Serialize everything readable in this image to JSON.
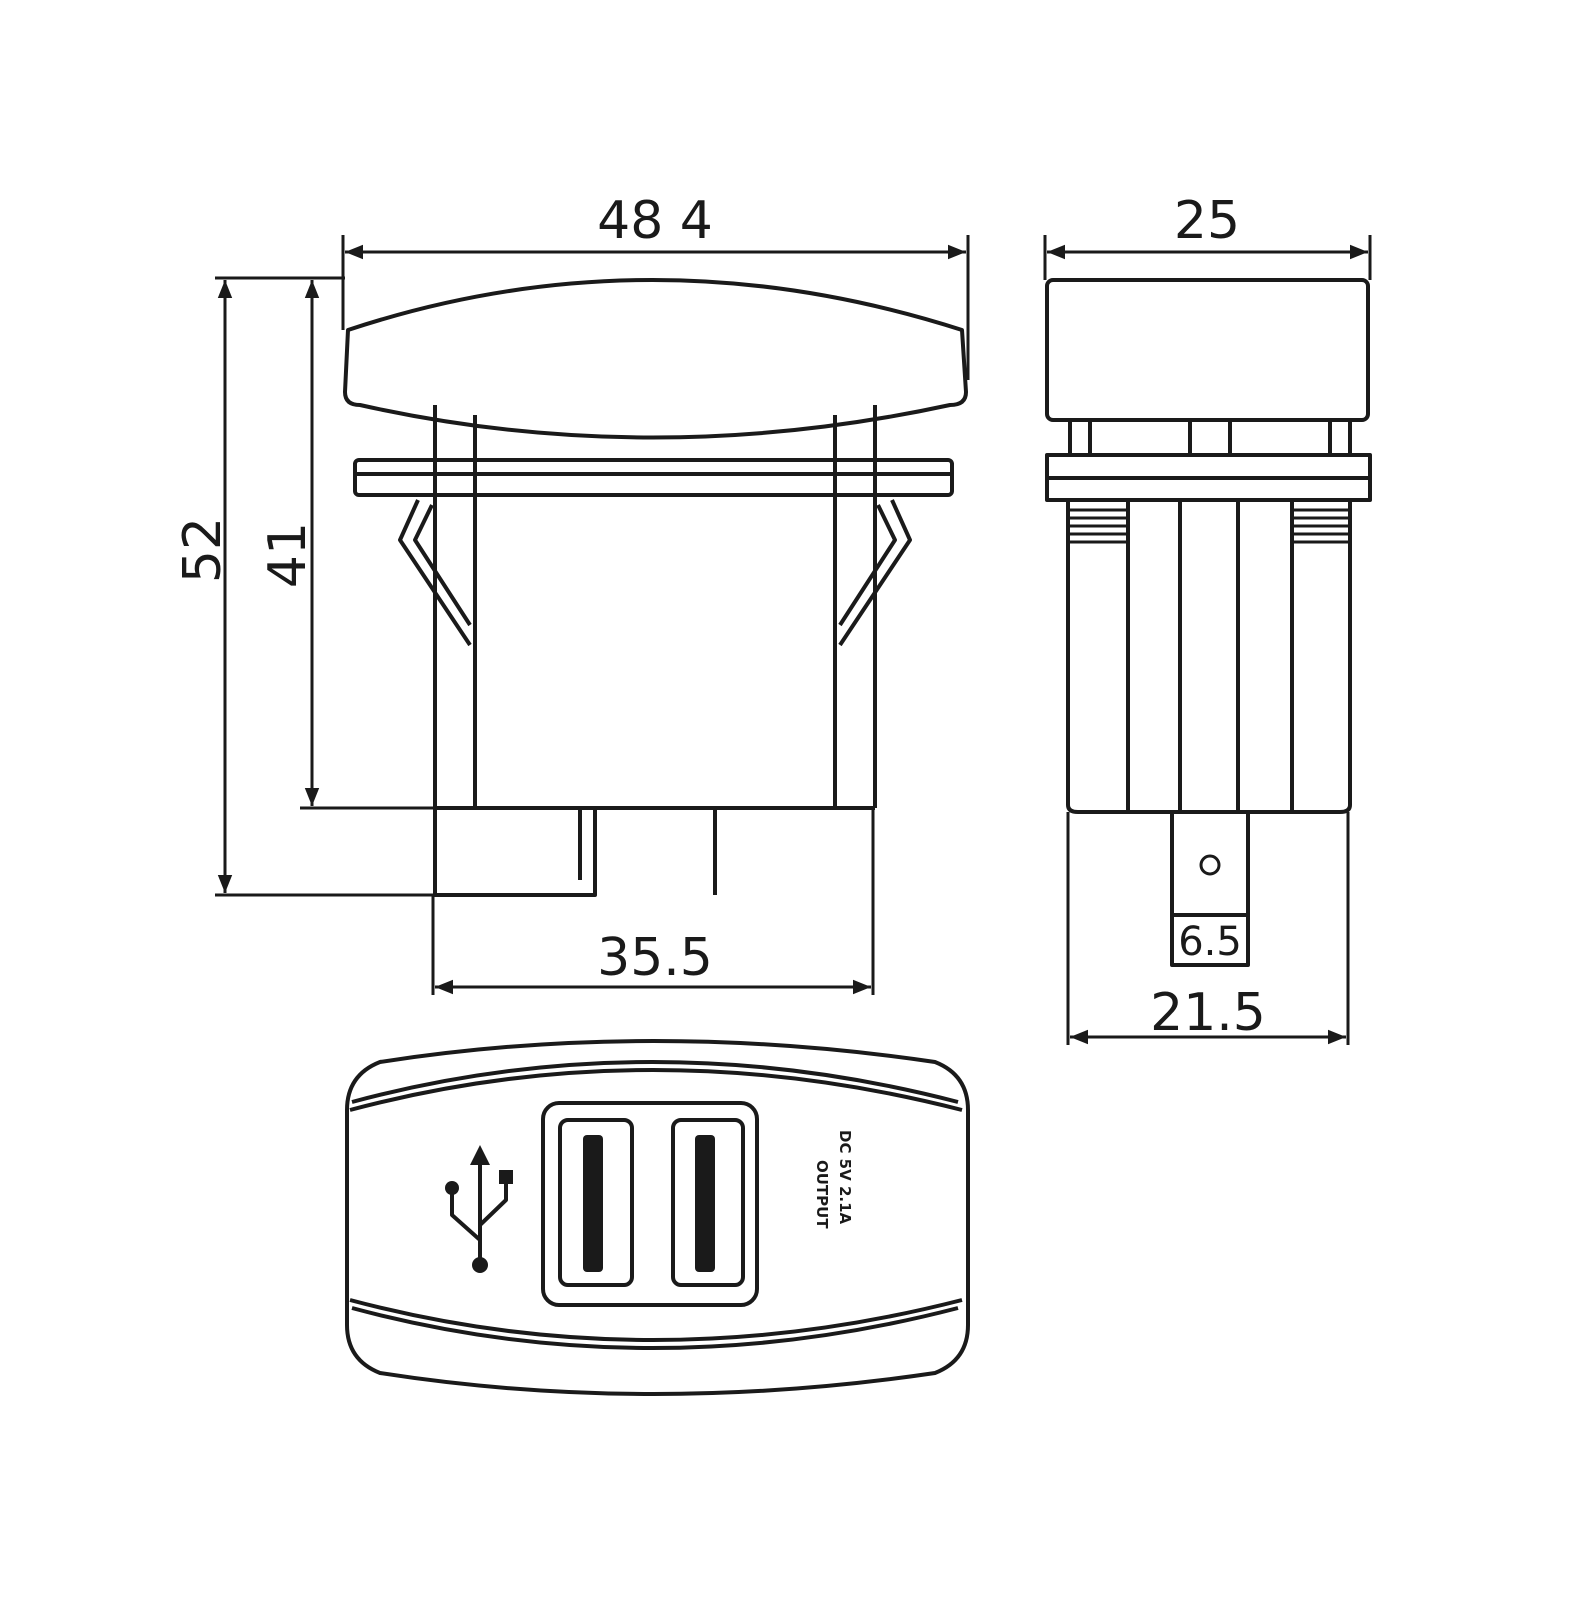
{
  "dimensions": {
    "front_width": "48 4",
    "side_width": "25",
    "total_height": "52",
    "body_height": "41",
    "body_width": "35.5",
    "terminal_width": "6.5",
    "side_depth": "21.5"
  },
  "label": {
    "line1": "OUTPUT",
    "line2": "DC 5V 2.1A"
  },
  "colors": {
    "line": "#1a1a1a",
    "background": "#ffffff"
  }
}
